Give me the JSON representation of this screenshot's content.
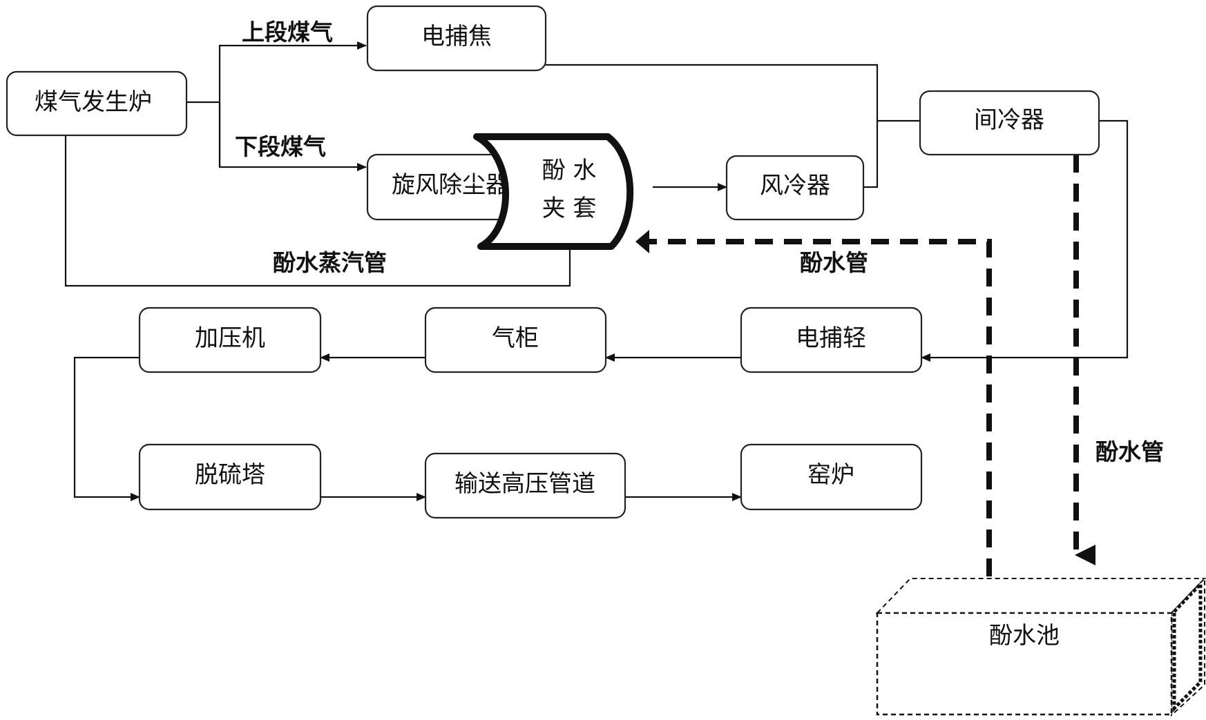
{
  "nodes": {
    "gasifier": "煤气发生炉",
    "electric_tar_catcher": "电捕焦",
    "cyclone": "旋风除尘器",
    "jacket_line1": "酚 水",
    "jacket_line2": "夹 套",
    "air_cooler": "风冷器",
    "intercooler": "间冷器",
    "compressor": "加压机",
    "gas_holder": "气柜",
    "electric_light_oil_catcher": "电捕轻",
    "desulfurizer": "脱硫塔",
    "hp_pipeline": "输送高压管道",
    "kiln": "窑炉",
    "phenol_pool": "酚水池"
  },
  "edge_labels": {
    "upper_gas": "上段煤气",
    "lower_gas": "下段煤气",
    "phenol_steam_pipe": "酚水蒸汽管",
    "phenol_pipe_1": "酚水管",
    "phenol_pipe_2": "酚水管"
  }
}
